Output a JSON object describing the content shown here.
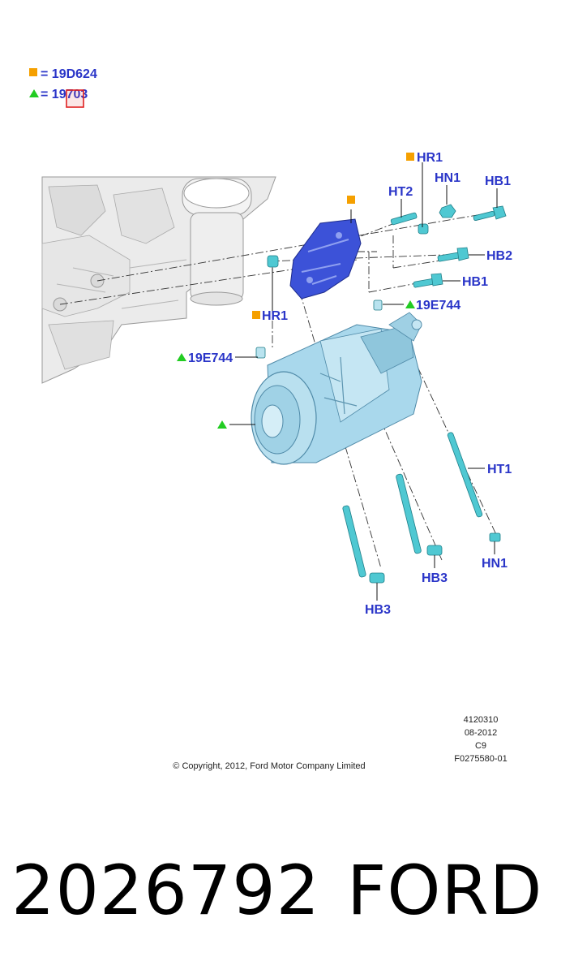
{
  "legend": [
    {
      "symbol": "square",
      "color": "#F5A000",
      "code": "= 19D624"
    },
    {
      "symbol": "triangle",
      "color": "#22CC22",
      "code": "= 19703"
    }
  ],
  "colors": {
    "label": "#2A35C8",
    "square_marker": "#F5A000",
    "triangle_marker": "#22CC22",
    "bracket": "#3C52D8",
    "compressor": "#A9D8EC",
    "fastener": "#4FC8D2",
    "engine": "#E8E8E8",
    "highlight_box": "#E02020"
  },
  "callouts": {
    "hr1_top": "HR1",
    "ht2": "HT2",
    "hn1_top": "HN1",
    "hb1_top": "HB1",
    "hb2": "HB2",
    "hb1_mid": "HB1",
    "hr1_left": "HR1",
    "e744_right": "19E744",
    "e744_left": "19E744",
    "ht1": "HT1",
    "hn1_bottom": "HN1",
    "hb3_mid": "HB3",
    "hb3_bottom": "HB3"
  },
  "meta": {
    "line1": "4120310",
    "line2": "08-2012",
    "line3": "C9",
    "line4": "F0275580-01",
    "copyright": "© Copyright, 2012, Ford Motor Company Limited"
  },
  "footer": {
    "part_number": "2026792",
    "brand": "FORD"
  }
}
